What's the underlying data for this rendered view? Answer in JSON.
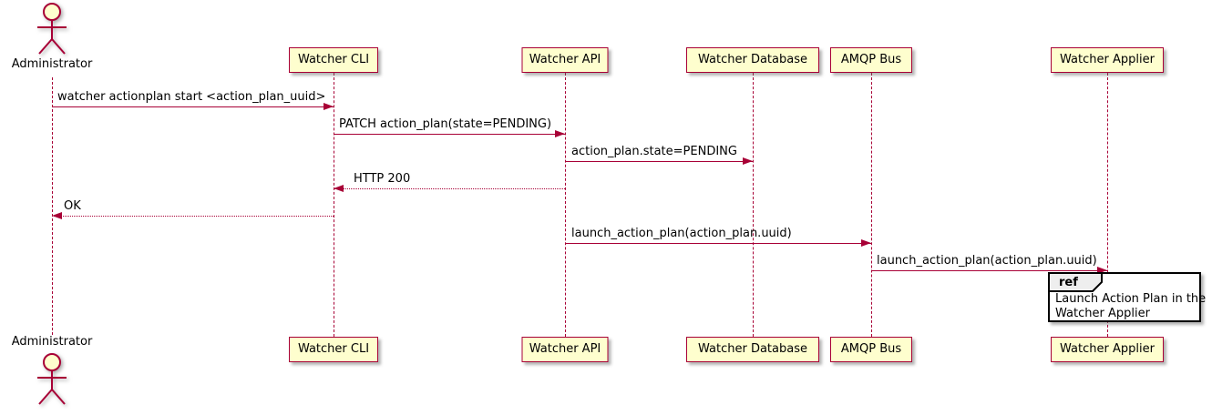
{
  "diagram": {
    "kind": "uml-sequence-diagram",
    "actor": {
      "label": "Administrator"
    },
    "participants": [
      {
        "label": "Watcher CLI"
      },
      {
        "label": "Watcher API"
      },
      {
        "label": "Watcher Database"
      },
      {
        "label": "AMQP Bus"
      },
      {
        "label": "Watcher Applier"
      }
    ],
    "messages": [
      {
        "from": "Administrator",
        "to": "Watcher CLI",
        "text": "watcher actionplan start <action_plan_uuid>",
        "line": "solid",
        "direction": "right"
      },
      {
        "from": "Watcher CLI",
        "to": "Watcher API",
        "text": "PATCH action_plan(state=PENDING)",
        "line": "solid",
        "direction": "right"
      },
      {
        "from": "Watcher API",
        "to": "Watcher Database",
        "text": "action_plan.state=PENDING",
        "line": "solid",
        "direction": "right"
      },
      {
        "from": "Watcher API",
        "to": "Watcher CLI",
        "text": "HTTP 200",
        "line": "dotted",
        "direction": "left"
      },
      {
        "from": "Watcher CLI",
        "to": "Administrator",
        "text": "OK",
        "line": "dotted",
        "direction": "left"
      },
      {
        "from": "Watcher API",
        "to": "AMQP Bus",
        "text": "launch_action_plan(action_plan.uuid)",
        "line": "solid",
        "direction": "right"
      },
      {
        "from": "AMQP Bus",
        "to": "Watcher Applier",
        "text": "launch_action_plan(action_plan.uuid)",
        "line": "solid",
        "direction": "right"
      }
    ],
    "ref_fragment": {
      "keyword": "ref",
      "over": "Watcher Applier",
      "line1": "Launch Action Plan in the",
      "line2": "Watcher Applier"
    },
    "colors": {
      "participant_fill": "#FEFECE",
      "stroke": "#A80036",
      "text": "#000000",
      "ref_border": "#000000",
      "ref_tab_fill": "#EEEEEE",
      "background": "#FFFFFF"
    }
  }
}
